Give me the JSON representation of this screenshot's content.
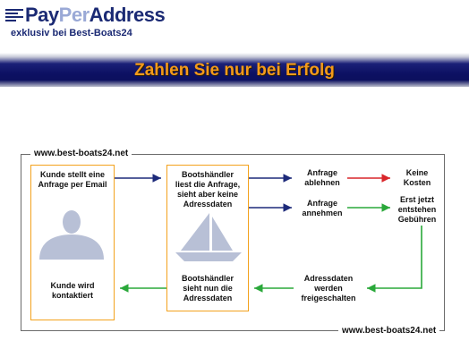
{
  "logo": {
    "pay": "Pay",
    "per": "Per",
    "address": "Address",
    "subtitle": "exklusiv bei Best-Boats24"
  },
  "banner": {
    "title": "Zahlen Sie nur bei Erfolg"
  },
  "diagram": {
    "frame_label_top": "www.best-boats24.net",
    "frame_label_bottom": "www.best-boats24.net",
    "customer_request": "Kunde stellt eine\nAnfrage per Email",
    "customer_contacted": "Kunde wird\nkontaktiert",
    "dealer_reads": "Bootshändler\nliest die Anfrage,\nsieht aber keine\nAdressdaten",
    "dealer_sees": "Bootshändler\nsieht nun die\nAdressdaten",
    "reject": "Anfrage\nablehnen",
    "accept": "Anfrage\nannehmen",
    "no_costs": "Keine\nKosten",
    "fees": "Erst jetzt\nentstehen\nGebühren",
    "released": "Adressdaten\nwerden\nfreigeschalten"
  },
  "colors": {
    "navy": "#1b2a74",
    "orange": "#f39a1a",
    "arrow_blue": "#1d2a7a",
    "arrow_red": "#d9262a",
    "arrow_green": "#2aa83a",
    "silhouette": "#b8c0d6"
  }
}
